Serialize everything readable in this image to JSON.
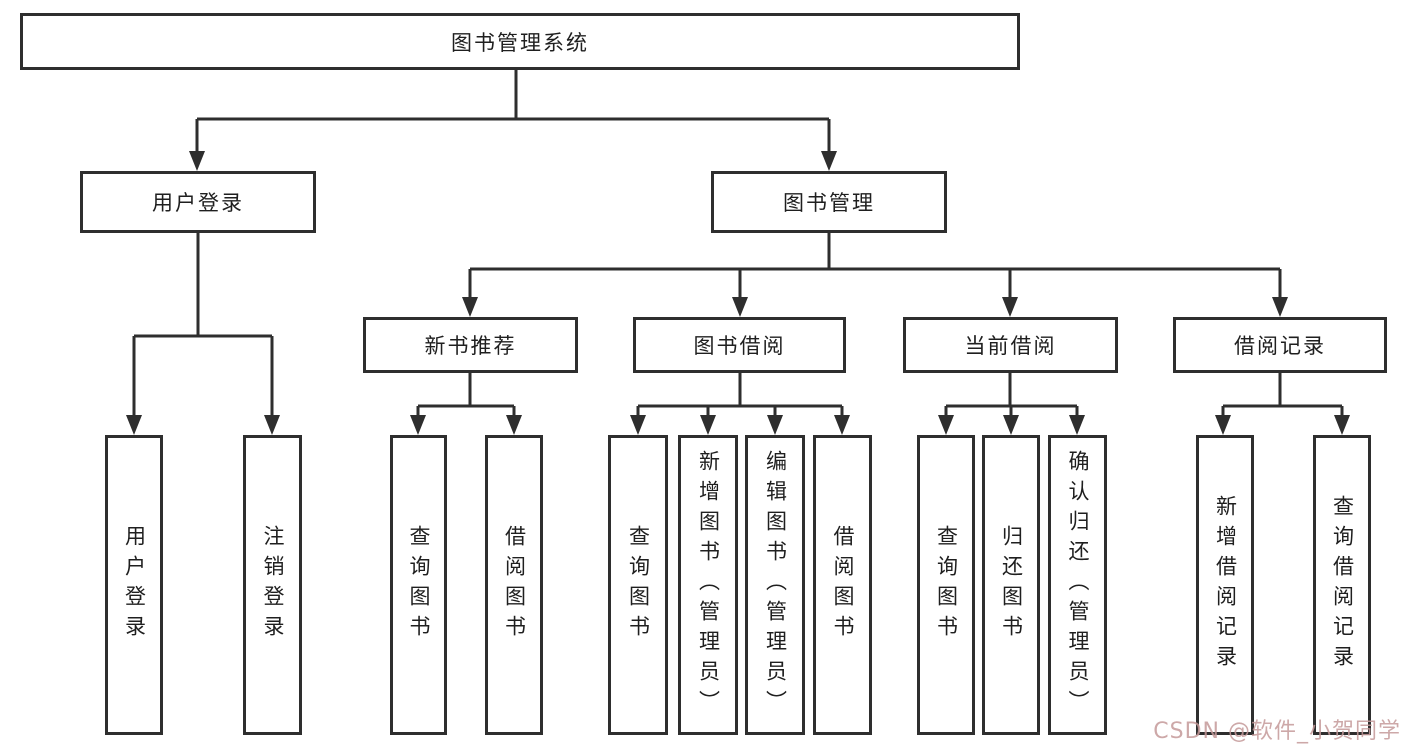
{
  "diagram": {
    "root": {
      "label": "图书管理系统"
    },
    "level2": [
      {
        "id": "login",
        "label": "用户登录"
      },
      {
        "id": "mgmt",
        "label": "图书管理"
      }
    ],
    "level3": [
      {
        "id": "recommend",
        "label": "新书推荐",
        "parent": "图书管理"
      },
      {
        "id": "borrow",
        "label": "图书借阅",
        "parent": "图书管理"
      },
      {
        "id": "current",
        "label": "当前借阅",
        "parent": "图书管理"
      },
      {
        "id": "records",
        "label": "借阅记录",
        "parent": "图书管理"
      }
    ],
    "leaves": [
      {
        "label": "用户登录",
        "parent": "用户登录"
      },
      {
        "label": "注销登录",
        "parent": "用户登录"
      },
      {
        "label": "查询图书",
        "parent": "新书推荐"
      },
      {
        "label": "借阅图书",
        "parent": "新书推荐"
      },
      {
        "label": "查询图书",
        "parent": "图书借阅"
      },
      {
        "label": "新增图书（管理员）",
        "parent": "图书借阅"
      },
      {
        "label": "编辑图书（管理员）",
        "parent": "图书借阅"
      },
      {
        "label": "借阅图书",
        "parent": "图书借阅"
      },
      {
        "label": "查询图书",
        "parent": "当前借阅"
      },
      {
        "label": "归还图书",
        "parent": "当前借阅"
      },
      {
        "label": "确认归还（管理员）",
        "parent": "当前借阅"
      },
      {
        "label": "新增借阅记录",
        "parent": "借阅记录"
      },
      {
        "label": "查询借阅记录",
        "parent": "借阅记录"
      }
    ]
  },
  "watermark": {
    "text": "CSDN @软件_小贺同学"
  },
  "colors": {
    "line": "#2e2e2e",
    "box_border": "#2e2e2e",
    "background": "#ffffff",
    "text": "#1f1f1f",
    "watermark": "#c59a9a"
  }
}
